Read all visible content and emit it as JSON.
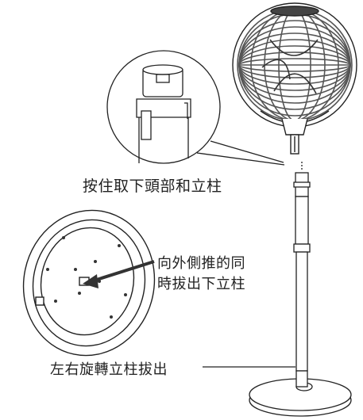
{
  "labels": {
    "remove_head": "按住取下頭部和立柱",
    "push_line1": "向外側推的同",
    "push_line2": "時拔出下立柱",
    "rotate_pull": "左右旋轉立柱拔出"
  },
  "icons": [
    "fan-head-icon",
    "pole-connector-icon",
    "fan-base-icon",
    "base-plate-icon",
    "push-arrow-icon",
    "magnifier-circle-icon"
  ],
  "colors": {
    "line": "#222222",
    "grille": "#555555",
    "fill": "#ffffff"
  }
}
